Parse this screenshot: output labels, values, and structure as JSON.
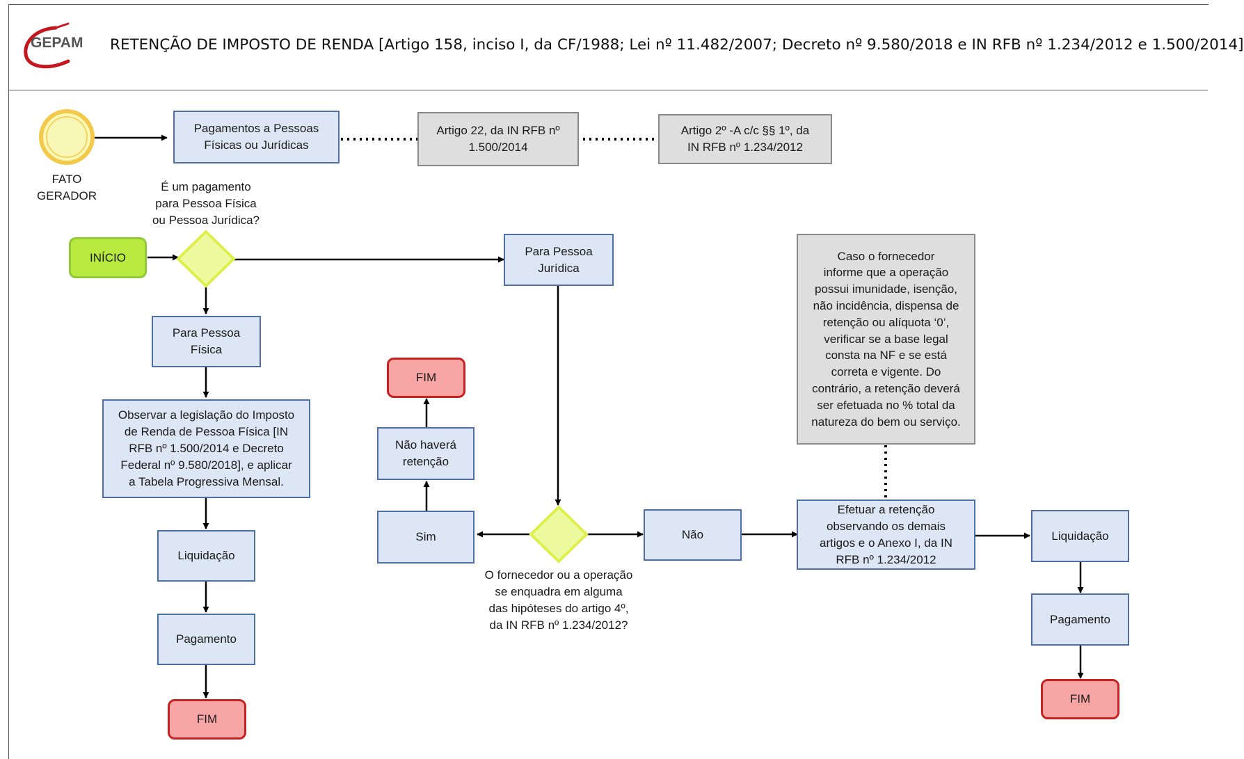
{
  "header": {
    "logo_text": "GEPAM",
    "title": "RETENÇÃO DE IMPOSTO DE RENDA [Artigo 158, inciso I, da CF/1988; Lei nº 11.482/2007; Decreto nº 9.580/2018 e IN RFB nº 1.234/2012 e 1.500/2014]"
  },
  "colors": {
    "task_fill": "#dce6f4",
    "task_border": "#4f6da7",
    "note_fill": "#dedede",
    "end_fill": "#f8a5a5",
    "end_border": "#c82121",
    "start_fill": "#b9ea3f",
    "gateway_fill": "#eefaa0",
    "gateway_border": "#dcef4a",
    "event_fill": "#f8f7b5",
    "event_border": "#f3c94b"
  },
  "flow": {
    "fato_gerador": "FATO\nGERADOR",
    "pagamentos": "Pagamentos a Pessoas\nFísicas ou Jurídicas",
    "artigo22": "Artigo 22, da IN RFB nº\n1.500/2014",
    "artigo2a": "Artigo 2º -A c/c §§ 1º, da\nIN RFB nº 1.234/2012",
    "question1": "É um pagamento\npara Pessoa Física\nou Pessoa Jurídica?",
    "inicio": "INÍCIO",
    "pj": "Para Pessoa\nJurídica",
    "pf": "Para Pessoa\nFísica",
    "observar": "Observar a legislação do Imposto\nde Renda de Pessoa Física [IN\nRFB nº 1.500/2014 e Decreto\nFederal nº 9.580/2018], e aplicar\na Tabela Progressiva Mensal.",
    "liquidacao_left": "Liquidação",
    "pagamento_left": "Pagamento",
    "fim_left": "FIM",
    "fim_mid": "FIM",
    "nao_havera": "Não haverá\nretenção",
    "sim": "Sim",
    "nao": "Não",
    "question2": "O fornecedor ou a operação\nse enquadra em alguma\ndas hipóteses do artigo 4º,\nda IN RFB nº 1.234/2012?",
    "caso": "Caso o fornecedor\ninforme que a operação\npossui imunidade, isenção,\nnão incidência, dispensa de\nretenção ou alíquota ‘0’,\nverificar se a base legal\nconsta na NF e se está\ncorreta e vigente. Do\ncontrário, a retenção deverá\nser efetuada no % total da\nnatureza do bem ou serviço.",
    "efetuar": "Efetuar a retenção\nobservando os demais\nartigos e o Anexo I, da IN\nRFB nº 1.234/2012",
    "liquidacao_right": "Liquidação",
    "pagamento_right": "Pagamento",
    "fim_right": "FIM"
  }
}
